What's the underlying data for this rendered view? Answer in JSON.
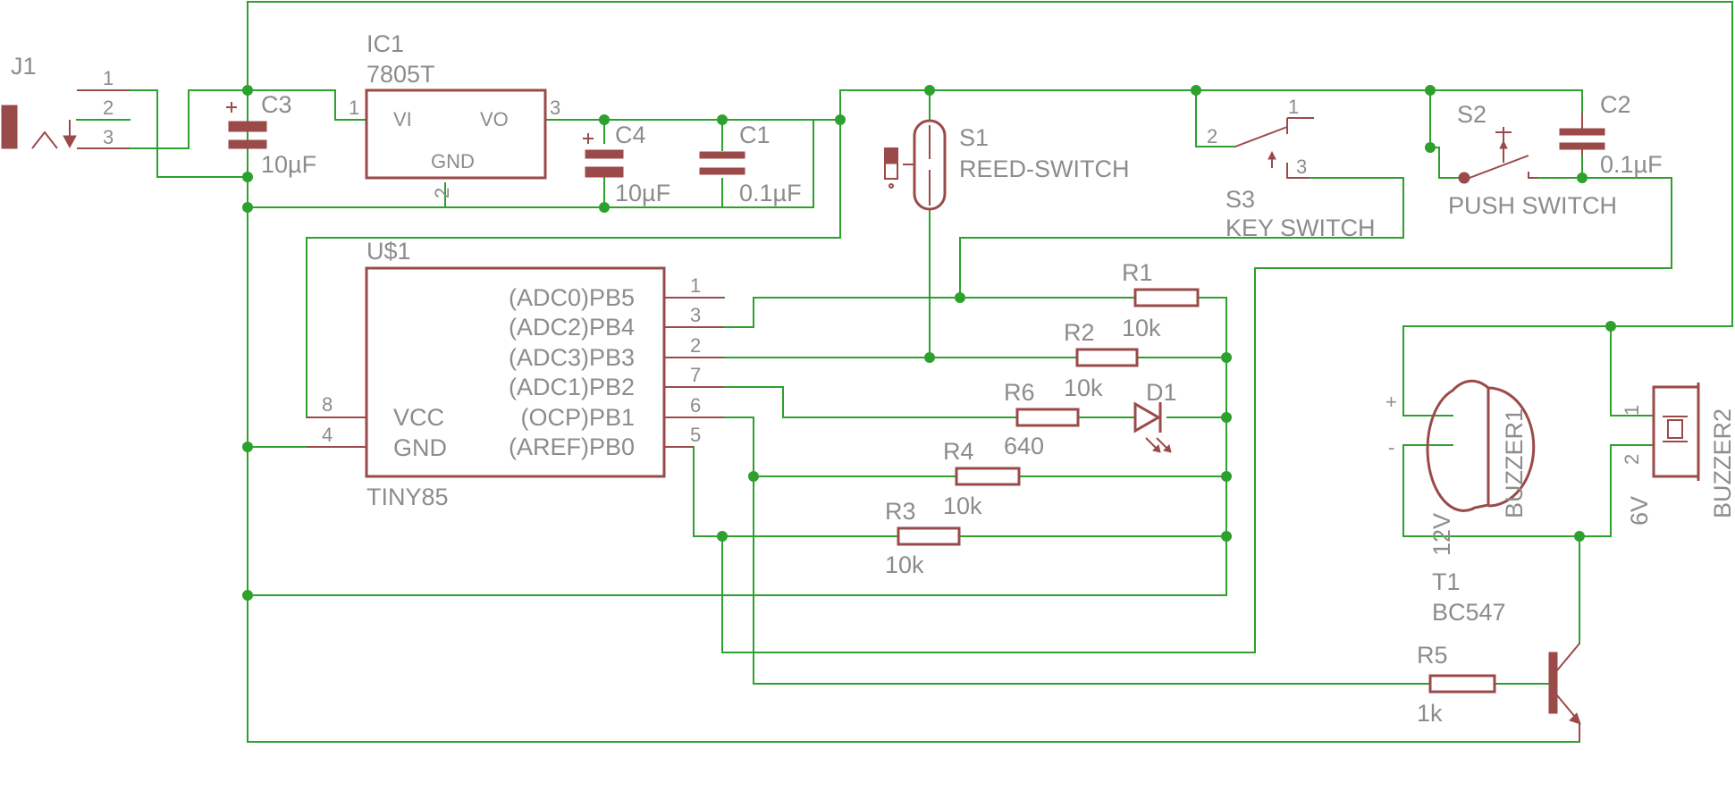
{
  "j1": {
    "name": "J1",
    "pins": [
      "1",
      "2",
      "3"
    ]
  },
  "ic1": {
    "name": "IC1",
    "value": "7805T",
    "vi": "VI",
    "vo": "VO",
    "gnd": "GND",
    "pin1": "1",
    "pin2": "2",
    "pin3": "3"
  },
  "c3": {
    "name": "C3",
    "value": "10µF"
  },
  "c4": {
    "name": "C4",
    "value": "10µF"
  },
  "c1": {
    "name": "C1",
    "value": "0.1µF"
  },
  "c2": {
    "name": "C2",
    "value": "0.1µF"
  },
  "s1": {
    "name": "S1",
    "value": "REED-SWITCH"
  },
  "s2": {
    "name": "S2",
    "value": "PUSH SWITCH"
  },
  "s3": {
    "name": "S3",
    "value": "KEY SWITCH",
    "pins": [
      "1",
      "2",
      "3"
    ]
  },
  "mcu": {
    "name": "U$1",
    "value": "TINY85",
    "vcc": "VCC",
    "gnd": "GND",
    "pin_vcc": "8",
    "pin_gnd": "4",
    "right_pins": [
      {
        "label": "(ADC0)PB5",
        "num": "1"
      },
      {
        "label": "(ADC2)PB4",
        "num": "3"
      },
      {
        "label": "(ADC3)PB3",
        "num": "2"
      },
      {
        "label": "(ADC1)PB2",
        "num": "7"
      },
      {
        "label": "(OCP)PB1",
        "num": "6"
      },
      {
        "label": "(AREF)PB0",
        "num": "5"
      }
    ]
  },
  "r1": {
    "name": "R1",
    "value": "10k"
  },
  "r2": {
    "name": "R2",
    "value": "10k"
  },
  "r6": {
    "name": "R6",
    "value": "640"
  },
  "r4": {
    "name": "R4",
    "value": "10k"
  },
  "r3": {
    "name": "R3",
    "value": "10k"
  },
  "r5": {
    "name": "R5",
    "value": "1k"
  },
  "d1": {
    "name": "D1"
  },
  "t1": {
    "name": "T1",
    "value": "BC547"
  },
  "buzzer1": {
    "name": "BUZZER1",
    "value": "12V",
    "plus": "+",
    "minus": "-"
  },
  "buzzer2": {
    "name": "BUZZER2",
    "value": "6V",
    "pin1": "1",
    "pin2": "2"
  },
  "colors": {
    "wire": "#2ea02e",
    "component": "#9b4a4a",
    "label": "#8c8c8c",
    "background": "#ffffff"
  }
}
